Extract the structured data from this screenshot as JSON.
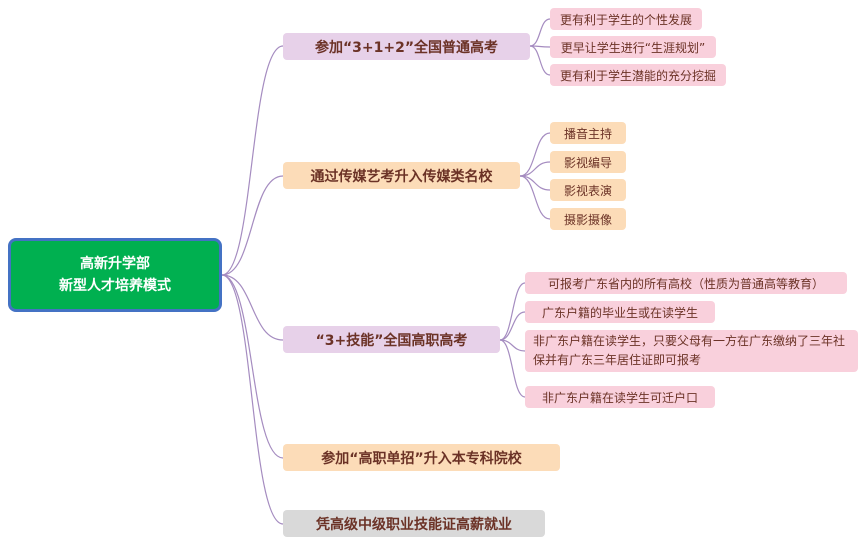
{
  "colors": {
    "root-fill": "#00b050",
    "root-border": "#4472c4",
    "root-text": "#ffffff",
    "node-text": "#6b3226",
    "purple-fill": "#e7d1e9",
    "pink-fill": "#f9d0dc",
    "peach-fill": "#fcdcb8",
    "gray-fill": "#d9d9d9",
    "line": "#a58cc0"
  },
  "root": {
    "label": "高新升学部\n新型人才培养模式"
  },
  "branches": [
    {
      "label": "参加“3+1+2”全国普通高考",
      "children": [
        "更有利于学生的个性发展",
        "更早让学生进行“生涯规划”",
        "更有利于学生潜能的充分挖掘"
      ]
    },
    {
      "label": "通过传媒艺考升入传媒类名校",
      "children": [
        "播音主持",
        "影视编导",
        "影视表演",
        "摄影摄像"
      ]
    },
    {
      "label": "“3+技能”全国高职高考",
      "children": [
        "可报考广东省内的所有高校（性质为普通高等教育）",
        "广东户籍的毕业生或在读学生",
        "非广东户籍在读学生，只要父母有一方在广东缴纳了三年社保并有广东三年居住证即可报考",
        "非广东户籍在读学生可迁户口"
      ]
    },
    {
      "label": "参加“高职单招”升入本专科院校",
      "children": []
    },
    {
      "label": "凭高级中级职业技能证高薪就业",
      "children": []
    }
  ]
}
